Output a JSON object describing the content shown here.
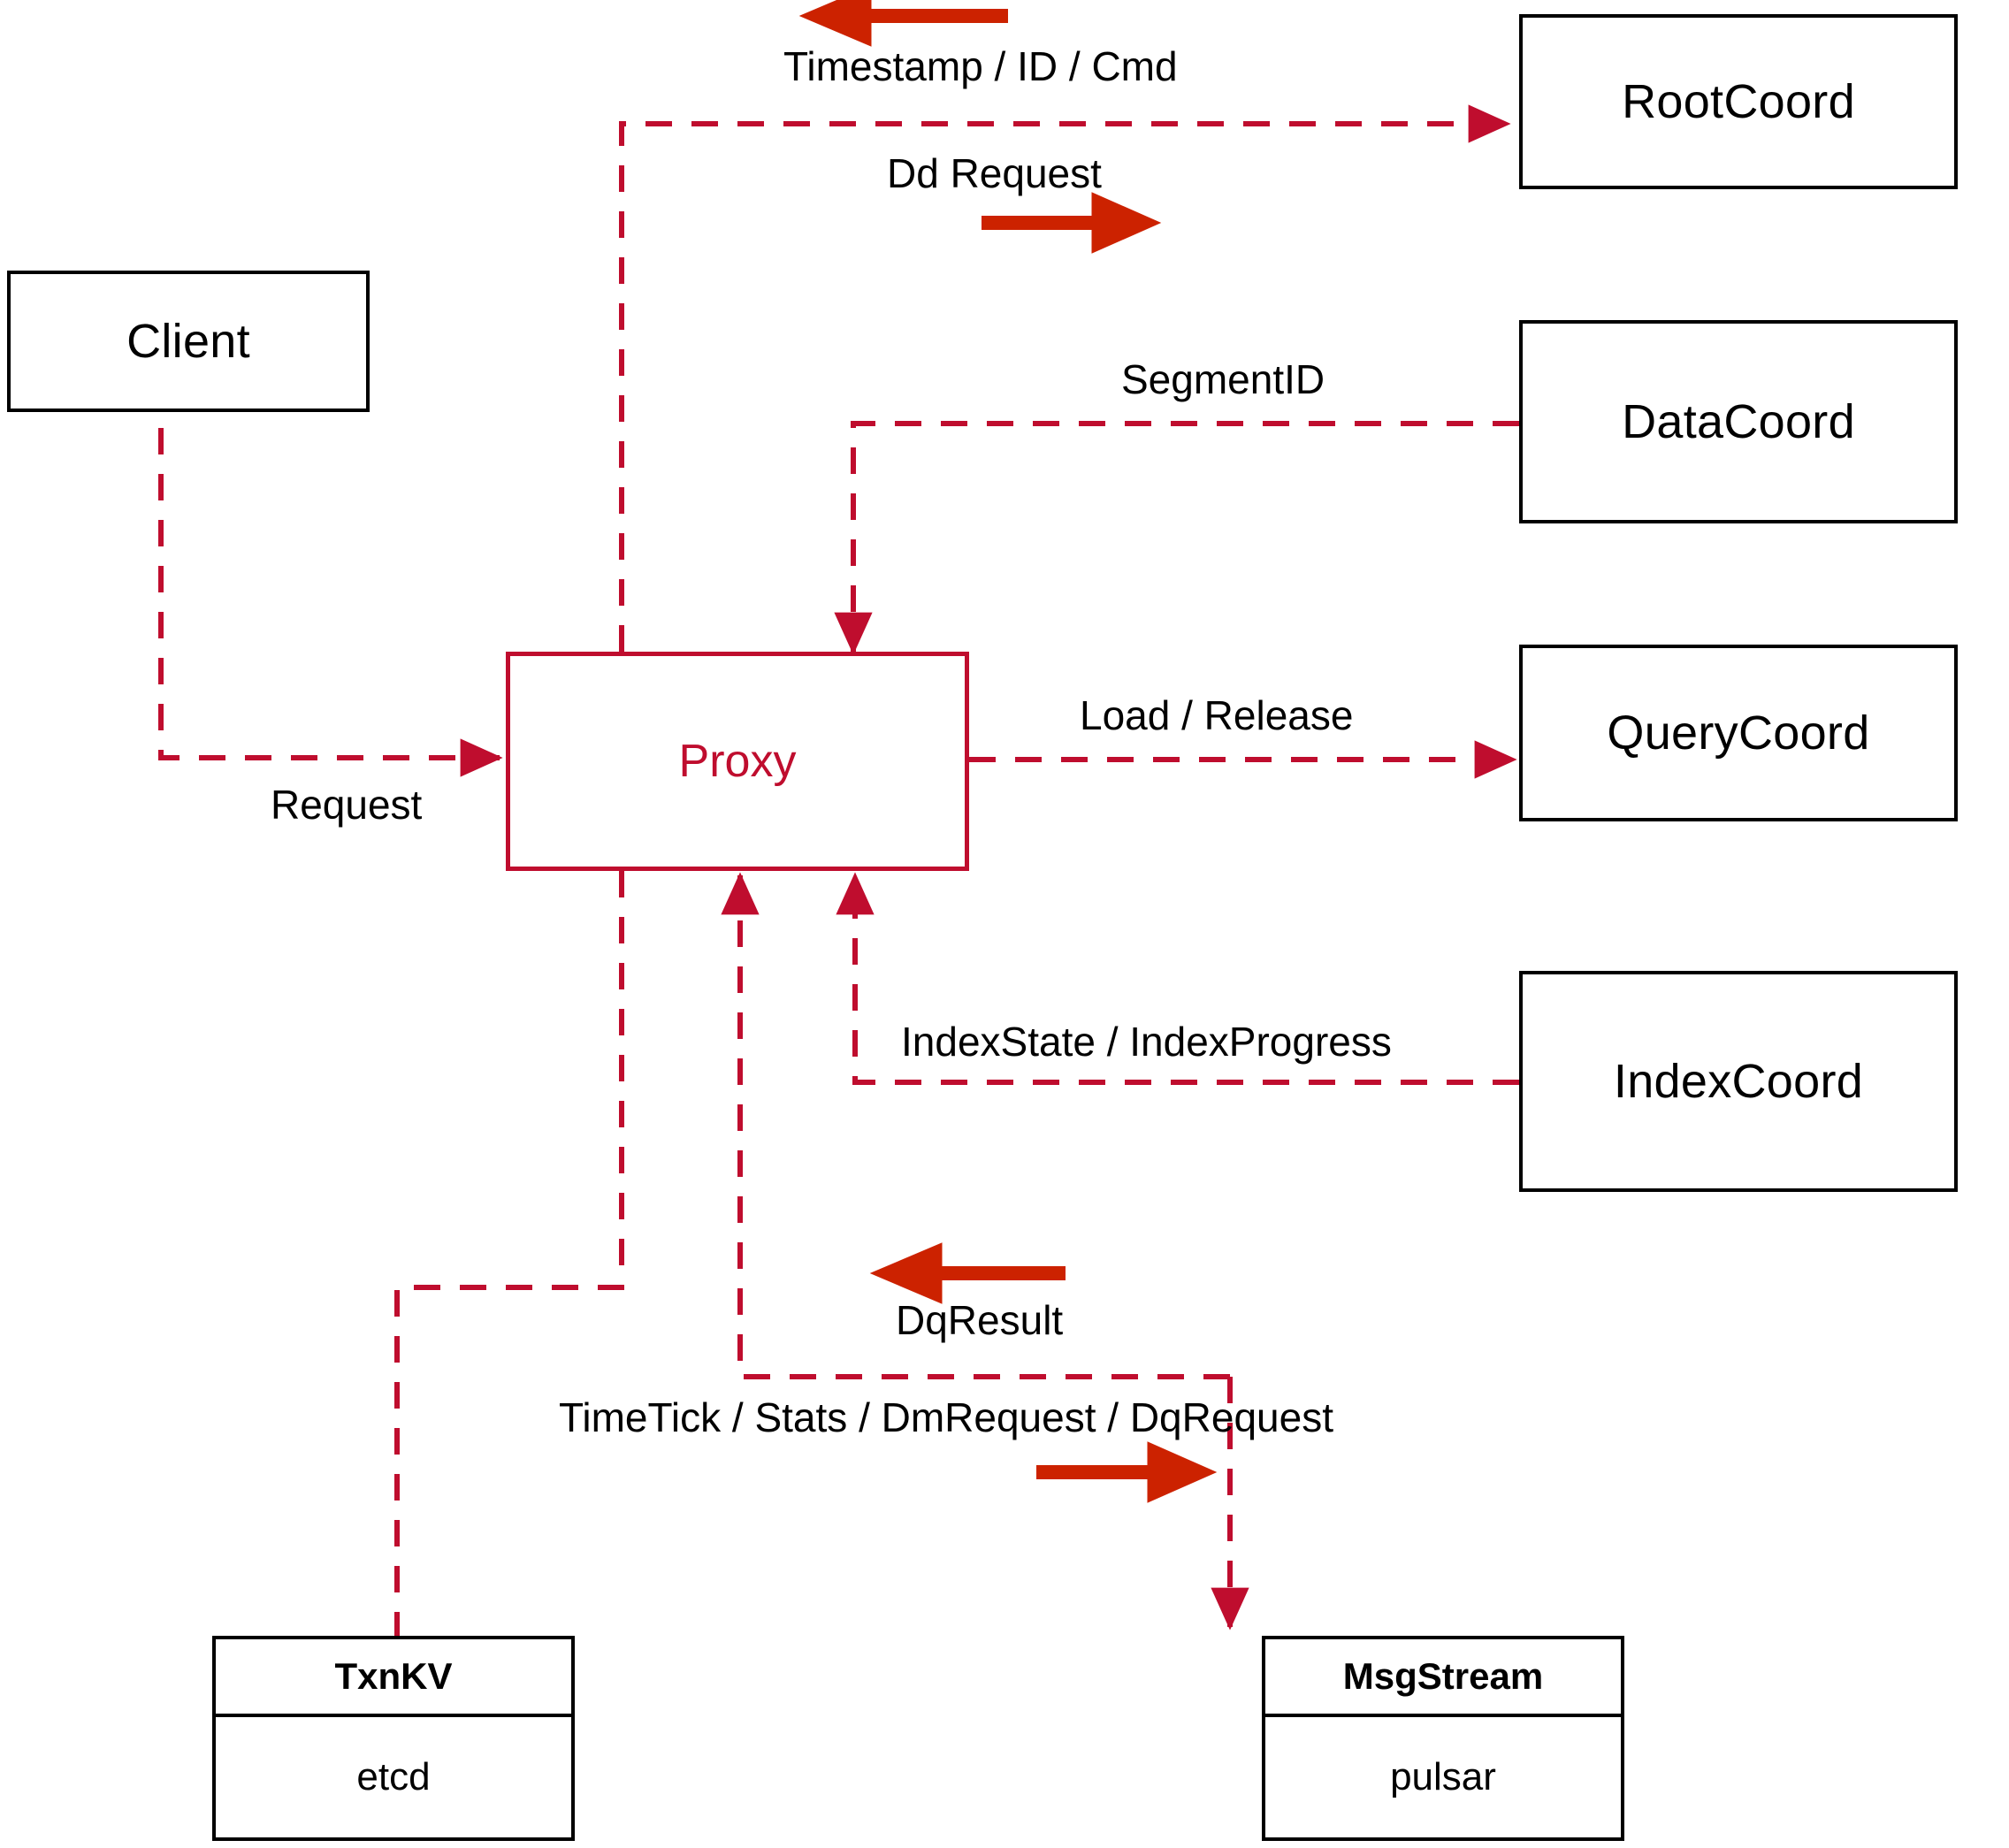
{
  "diagram": {
    "title": "Milvus Proxy interaction diagram",
    "colors": {
      "node_border": "#000000",
      "proxy_accent": "#bf0d2e",
      "dashed_edge": "#bf0d2e",
      "legend_arrow": "#cc2200",
      "background": "#ffffff"
    }
  },
  "nodes": [
    {
      "id": "client",
      "label": "Client"
    },
    {
      "id": "proxy",
      "label": "Proxy"
    },
    {
      "id": "rootcoord",
      "label": "RootCoord"
    },
    {
      "id": "datacoord",
      "label": "DataCoord"
    },
    {
      "id": "querycoord",
      "label": "QueryCoord"
    },
    {
      "id": "indexcoord",
      "label": "IndexCoord"
    }
  ],
  "stores": [
    {
      "id": "txnkv",
      "title": "TxnKV",
      "impl": "etcd"
    },
    {
      "id": "msgstream",
      "title": "MsgStream",
      "impl": "pulsar"
    }
  ],
  "edge_labels": [
    {
      "id": "timestamp-id-cmd",
      "text": "Timestamp / ID / Cmd"
    },
    {
      "id": "dd-request",
      "text": "Dd Request"
    },
    {
      "id": "segment-id",
      "text": "SegmentID"
    },
    {
      "id": "request",
      "text": "Request"
    },
    {
      "id": "load-release",
      "text": "Load / Release"
    },
    {
      "id": "index-state",
      "text": "IndexState / IndexProgress"
    },
    {
      "id": "dq-result",
      "text": "DqResult"
    },
    {
      "id": "msgstream-flow",
      "text": "TimeTick / Stats / DmRequest / DqRequest"
    }
  ]
}
